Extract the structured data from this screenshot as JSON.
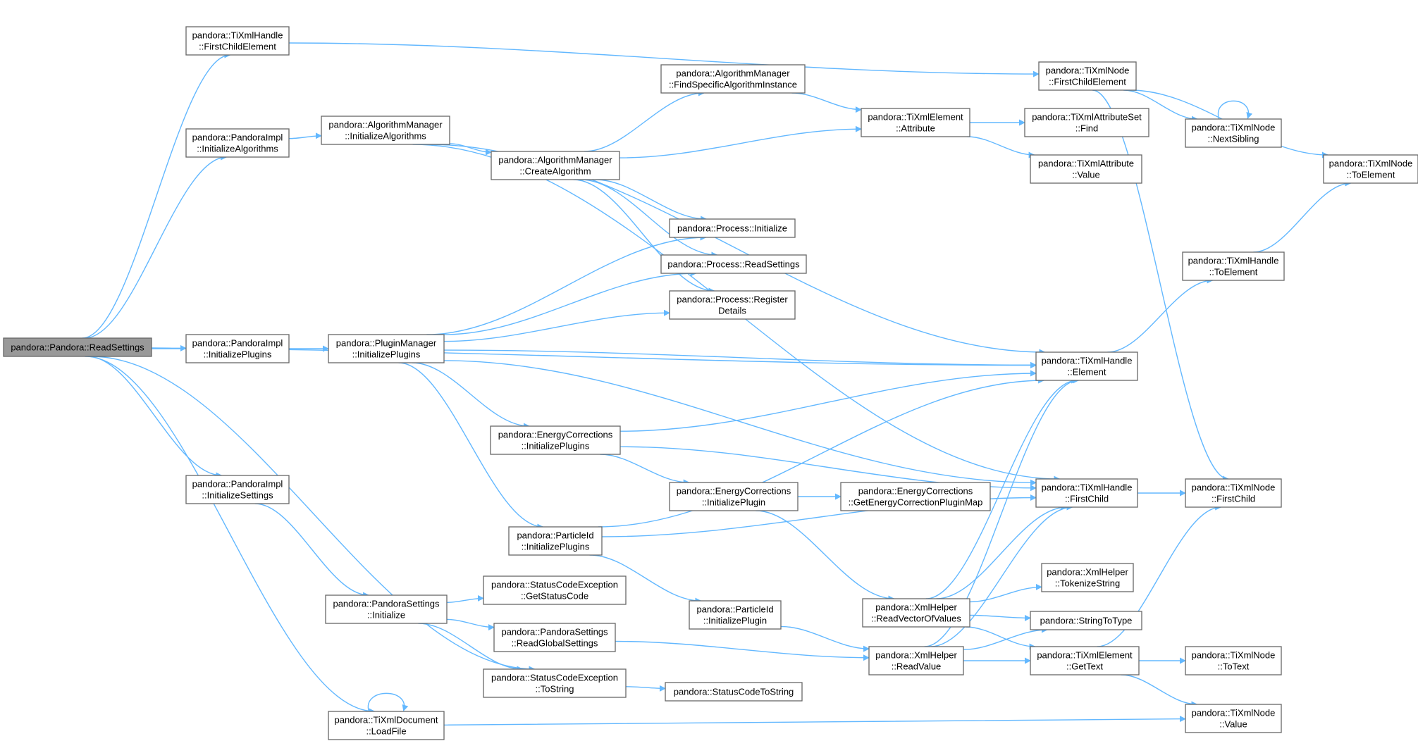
{
  "diagram": {
    "title": "",
    "colors": {
      "edge": "#63b8ff",
      "node_border": "#666666",
      "root_fill": "#999999",
      "node_fill": "#ffffff"
    },
    "nodes": [
      {
        "id": "n0",
        "root": true,
        "lines": [
          "pandora::Pandora::ReadSettings"
        ]
      },
      {
        "id": "n1",
        "lines": [
          "pandora::TiXmlHandle",
          "::FirstChildElement"
        ]
      },
      {
        "id": "n2",
        "lines": [
          "pandora::PandoraImpl",
          "::InitializeAlgorithms"
        ]
      },
      {
        "id": "n3",
        "lines": [
          "pandora::PandoraImpl",
          "::InitializePlugins"
        ]
      },
      {
        "id": "n4",
        "lines": [
          "pandora::PandoraImpl",
          "::InitializeSettings"
        ]
      },
      {
        "id": "n5",
        "lines": [
          "pandora::AlgorithmManager",
          "::InitializeAlgorithms"
        ]
      },
      {
        "id": "n6",
        "lines": [
          "pandora::PluginManager",
          "::InitializePlugins"
        ]
      },
      {
        "id": "n7",
        "lines": [
          "pandora::PandoraSettings",
          "::Initialize"
        ]
      },
      {
        "id": "n8",
        "lines": [
          "pandora::TiXmlDocument",
          "::LoadFile"
        ]
      },
      {
        "id": "n9",
        "lines": [
          "pandora::AlgorithmManager",
          "::FindSpecificAlgorithmInstance"
        ]
      },
      {
        "id": "n10",
        "lines": [
          "pandora::AlgorithmManager",
          "::CreateAlgorithm"
        ]
      },
      {
        "id": "n11",
        "lines": [
          "pandora::Process::Initialize"
        ]
      },
      {
        "id": "n12",
        "lines": [
          "pandora::Process::ReadSettings"
        ]
      },
      {
        "id": "n13",
        "lines": [
          "pandora::Process::Register",
          "Details"
        ]
      },
      {
        "id": "n14",
        "lines": [
          "pandora::EnergyCorrections",
          "::InitializePlugins"
        ]
      },
      {
        "id": "n15",
        "lines": [
          "pandora::EnergyCorrections",
          "::InitializePlugin"
        ]
      },
      {
        "id": "n16",
        "lines": [
          "pandora::ParticleId",
          "::InitializePlugins"
        ]
      },
      {
        "id": "n17",
        "lines": [
          "pandora::ParticleId",
          "::InitializePlugin"
        ]
      },
      {
        "id": "n18",
        "lines": [
          "pandora::StatusCodeException",
          "::GetStatusCode"
        ]
      },
      {
        "id": "n19",
        "lines": [
          "pandora::PandoraSettings",
          "::ReadGlobalSettings"
        ]
      },
      {
        "id": "n20",
        "lines": [
          "pandora::StatusCodeException",
          "::ToString"
        ]
      },
      {
        "id": "n21",
        "lines": [
          "pandora::StatusCodeToString"
        ]
      },
      {
        "id": "n22",
        "lines": [
          "pandora::TiXmlElement",
          "::Attribute"
        ]
      },
      {
        "id": "n23",
        "lines": [
          "pandora::EnergyCorrections",
          "::GetEnergyCorrectionPluginMap"
        ]
      },
      {
        "id": "n24",
        "lines": [
          "pandora::XmlHelper",
          "::ReadVectorOfValues"
        ]
      },
      {
        "id": "n25",
        "lines": [
          "pandora::XmlHelper",
          "::ReadValue"
        ]
      },
      {
        "id": "n26",
        "lines": [
          "pandora::TiXmlNode",
          "::FirstChildElement"
        ]
      },
      {
        "id": "n27",
        "lines": [
          "pandora::TiXmlAttributeSet",
          "::Find"
        ]
      },
      {
        "id": "n28",
        "lines": [
          "pandora::TiXmlAttribute",
          "::Value"
        ]
      },
      {
        "id": "n29",
        "lines": [
          "pandora::TiXmlHandle",
          "::Element"
        ]
      },
      {
        "id": "n30",
        "lines": [
          "pandora::TiXmlHandle",
          "::FirstChild"
        ]
      },
      {
        "id": "n31",
        "lines": [
          "pandora::XmlHelper",
          "::TokenizeString"
        ]
      },
      {
        "id": "n32",
        "lines": [
          "pandora::StringToType"
        ]
      },
      {
        "id": "n33",
        "lines": [
          "pandora::TiXmlElement",
          "::GetText"
        ]
      },
      {
        "id": "n34",
        "lines": [
          "pandora::TiXmlNode",
          "::NextSibling"
        ]
      },
      {
        "id": "n35",
        "lines": [
          "pandora::TiXmlHandle",
          "::ToElement"
        ]
      },
      {
        "id": "n36",
        "lines": [
          "pandora::TiXmlNode",
          "::FirstChild"
        ]
      },
      {
        "id": "n37",
        "lines": [
          "pandora::TiXmlNode",
          "::ToText"
        ]
      },
      {
        "id": "n38",
        "lines": [
          "pandora::TiXmlNode",
          "::Value"
        ]
      },
      {
        "id": "n39",
        "lines": [
          "pandora::TiXmlNode",
          "::ToElement"
        ]
      }
    ],
    "edges": [
      [
        "n0",
        "n1"
      ],
      [
        "n0",
        "n2"
      ],
      [
        "n0",
        "n3"
      ],
      [
        "n0",
        "n4"
      ],
      [
        "n0",
        "n29"
      ],
      [
        "n0",
        "n20"
      ],
      [
        "n0",
        "n8"
      ],
      [
        "n1",
        "n26"
      ],
      [
        "n2",
        "n5"
      ],
      [
        "n3",
        "n6"
      ],
      [
        "n4",
        "n7"
      ],
      [
        "n5",
        "n10"
      ],
      [
        "n5",
        "n29"
      ],
      [
        "n5",
        "n30"
      ],
      [
        "n6",
        "n11"
      ],
      [
        "n6",
        "n12"
      ],
      [
        "n6",
        "n13"
      ],
      [
        "n6",
        "n29"
      ],
      [
        "n6",
        "n30"
      ],
      [
        "n6",
        "n14"
      ],
      [
        "n6",
        "n16"
      ],
      [
        "n7",
        "n18"
      ],
      [
        "n7",
        "n19"
      ],
      [
        "n7",
        "n20"
      ],
      [
        "n8",
        "n8"
      ],
      [
        "n8",
        "n38"
      ],
      [
        "n9",
        "n22"
      ],
      [
        "n10",
        "n9"
      ],
      [
        "n10",
        "n22"
      ],
      [
        "n10",
        "n11"
      ],
      [
        "n10",
        "n12"
      ],
      [
        "n10",
        "n13"
      ],
      [
        "n14",
        "n29"
      ],
      [
        "n14",
        "n30"
      ],
      [
        "n14",
        "n15"
      ],
      [
        "n15",
        "n23"
      ],
      [
        "n15",
        "n24"
      ],
      [
        "n16",
        "n29"
      ],
      [
        "n16",
        "n30"
      ],
      [
        "n16",
        "n17"
      ],
      [
        "n17",
        "n25"
      ],
      [
        "n19",
        "n25"
      ],
      [
        "n20",
        "n21"
      ],
      [
        "n22",
        "n27"
      ],
      [
        "n22",
        "n28"
      ],
      [
        "n24",
        "n29"
      ],
      [
        "n24",
        "n30"
      ],
      [
        "n24",
        "n31"
      ],
      [
        "n24",
        "n32"
      ],
      [
        "n24",
        "n33"
      ],
      [
        "n25",
        "n29"
      ],
      [
        "n25",
        "n30"
      ],
      [
        "n25",
        "n32"
      ],
      [
        "n25",
        "n33"
      ],
      [
        "n26",
        "n34"
      ],
      [
        "n26",
        "n39"
      ],
      [
        "n26",
        "n36"
      ],
      [
        "n29",
        "n35"
      ],
      [
        "n30",
        "n36"
      ],
      [
        "n33",
        "n36"
      ],
      [
        "n33",
        "n37"
      ],
      [
        "n33",
        "n38"
      ],
      [
        "n34",
        "n34"
      ],
      [
        "n35",
        "n39"
      ]
    ]
  }
}
